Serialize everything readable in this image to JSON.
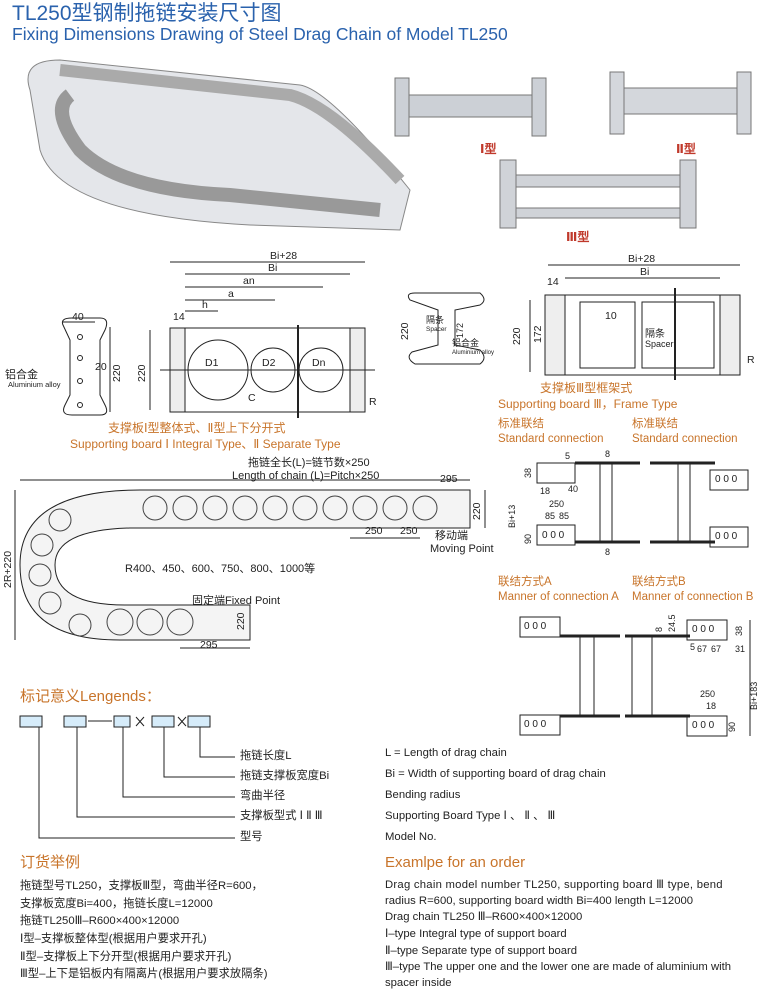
{
  "title": {
    "cn": "TL250型钢制拖链安装尺寸图",
    "en": "Fixing Dimensions Drawing of Steel Drag Chain of Model TL250"
  },
  "colors": {
    "title": "#2a62ad",
    "label": "#c8742a",
    "type_label": "#c0392b",
    "legend_box": "#d6ecfa"
  },
  "photos": {
    "type1": "Ⅰ型",
    "type2": "Ⅱ型",
    "type3": "Ⅲ型"
  },
  "board1": {
    "w": "40",
    "hole": "20",
    "h": "220",
    "mat_cn": "铝合金",
    "mat_en": "Aluminium alloy"
  },
  "frame1": {
    "bi28": "Bi+28",
    "bi": "Bi",
    "an": "an",
    "a": "a",
    "h": "h",
    "d14": "14",
    "h220": "220",
    "d1": "D1",
    "d2": "D2",
    "dn": "Dn",
    "c": "C",
    "r": "R",
    "caption_cn": "支撑板Ⅰ型整体式、Ⅱ型上下分开式",
    "caption_en": "Supporting board Ⅰ Integral Type、Ⅱ Separate Type"
  },
  "frame3": {
    "bi28": "Bi+28",
    "bi": "Bi",
    "d14": "14",
    "h220": "220",
    "h172": "172",
    "d10": "10",
    "spacer_cn": "隔条",
    "spacer_en": "Spacer",
    "r": "R",
    "profile": {
      "spacer_cn": "隔条",
      "spacer_en": "Spacer",
      "h172": "172",
      "h220": "220",
      "mat_cn": "铝合金",
      "mat_en": "Aluminium alloy"
    },
    "caption_cn": "支撑板Ⅲ型框架式",
    "caption_en": "Supporting board Ⅲ，Frame Type"
  },
  "std_conn": {
    "cn": "标准联结",
    "en": "Standard connection",
    "d5": "5",
    "d8a": "8",
    "d38": "38",
    "d18": "18",
    "d40": "40",
    "bi13": "Bi+13",
    "d250": "250",
    "d85a": "85",
    "d85b": "85",
    "d90": "90",
    "d8b": "8",
    "holes": "0 0 0"
  },
  "layout": {
    "len_cn": "拖链全长(L)=链节数×250",
    "len_en": "Length of chain (L)=Pitch×250",
    "d295top": "295",
    "d220r": "220",
    "d250a": "250",
    "d250b": "250",
    "moving_cn": "移动端",
    "moving_en": "Moving Point",
    "radii": "R400、450、600、750、800、1000等",
    "r2": "2R+220",
    "fixed": "固定端Fixed Point",
    "d220b": "220",
    "d295b": "295"
  },
  "conn_a": {
    "cn": "联结方式A",
    "en": "Manner of connection A",
    "holes": "0 0 0"
  },
  "conn_b": {
    "cn": "联结方式B",
    "en": "Manner of connection B",
    "d245": "24.5",
    "d8": "8",
    "d38": "38",
    "d5": "5",
    "d67a": "67",
    "d67b": "67",
    "d31": "31",
    "bi183": "Bi+183",
    "d250": "250",
    "d18": "18",
    "d90": "90",
    "holes": "0 0 0"
  },
  "legends": {
    "heading": "标记意义Lengends：",
    "items": [
      {
        "cn": "拖链长度L",
        "en": "L = Length of drag chain"
      },
      {
        "cn": "拖链支撑板宽度Bi",
        "en": "Bi = Width of supporting board of drag chain"
      },
      {
        "cn": "弯曲半径",
        "en": "Bending radius"
      },
      {
        "cn": "支撑板型式 Ⅰ Ⅱ Ⅲ",
        "en": "Supporting Board Type Ⅰ 、 Ⅱ 、 Ⅲ"
      },
      {
        "cn": "型号",
        "en": "Model No."
      }
    ]
  },
  "order_cn": {
    "heading": "订货举例",
    "lines": [
      "拖链型号TL250，支撑板Ⅲ型，弯曲半径R=600，",
      "支撑板宽度Bi=400，拖链长度L=12000",
      "拖链TL250Ⅲ–R600×400×12000",
      "Ⅰ型–支撑板整体型(根据用户要求开孔)",
      "Ⅱ型–支撑板上下分开型(根据用户要求开孔)",
      "Ⅲ型–上下是铝板内有隔离片(根据用户要求放隔条)"
    ]
  },
  "order_en": {
    "heading": "Examlpe for an order",
    "lines": [
      "Drag chain model number TL250, supporting board Ⅲ type, bend",
      "radius R=600, supporting board width Bi=400 length L=12000",
      "Drag chain TL250 Ⅲ–R600×400×12000",
      "Ⅰ–type Integral type of support board",
      "Ⅱ–type Separate type of support board",
      "Ⅲ–type The upper one and the lower one are made of aluminium with",
      "spacer inside"
    ]
  }
}
